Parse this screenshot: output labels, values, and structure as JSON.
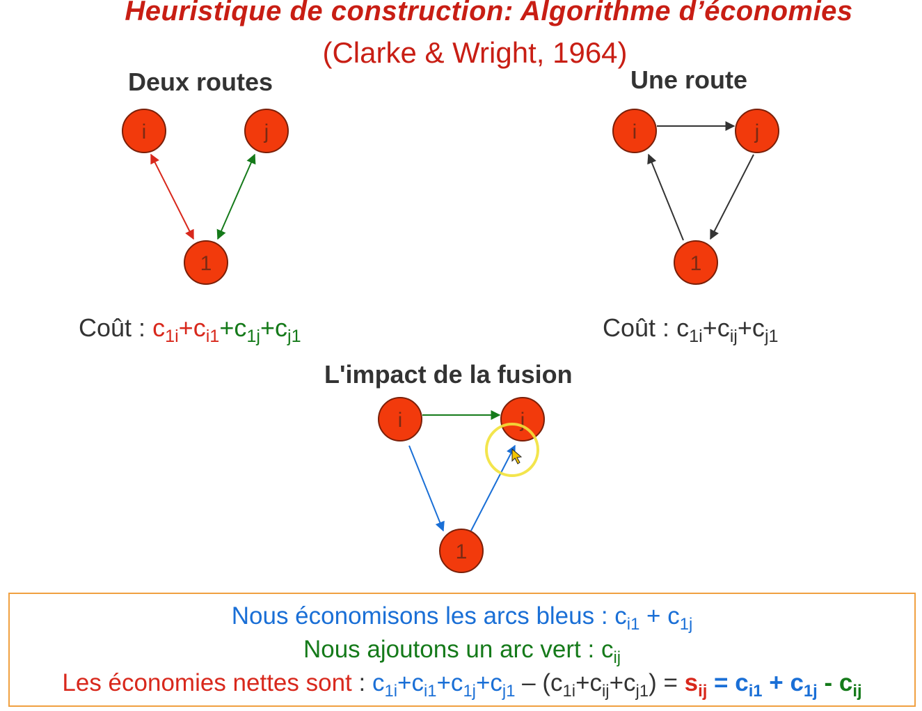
{
  "title": "Heuristique de construction: Algorithme d’économies",
  "subtitle": "(Clarke & Wright, 1964)",
  "panels": {
    "two_routes": {
      "heading": "Deux routes",
      "nodes": [
        "i",
        "j",
        "1"
      ],
      "cost_prefix": "Coût : ",
      "cost_terms": [
        {
          "base": "c",
          "sub": "1i",
          "color": "red"
        },
        {
          "base": "+c",
          "sub": "i1",
          "color": "red"
        },
        {
          "base": "+c",
          "sub": "1j",
          "color": "green"
        },
        {
          "base": "+c",
          "sub": "j1",
          "color": "green"
        }
      ]
    },
    "one_route": {
      "heading": "Une route",
      "nodes": [
        "i",
        "j",
        "1"
      ],
      "cost_prefix": "Coût : ",
      "cost_terms": [
        {
          "base": "c",
          "sub": "1i"
        },
        {
          "base": "+c",
          "sub": "ij"
        },
        {
          "base": "+c",
          "sub": "j1"
        }
      ]
    },
    "merge": {
      "heading": "L'impact de la fusion",
      "nodes": [
        "i",
        "j",
        "1"
      ]
    }
  },
  "summary": {
    "line1": {
      "text": "Nous économisons les arcs bleus : ",
      "t1_base": "c",
      "t1_sub": "i1",
      "plus": " + ",
      "t2_base": "c",
      "t2_sub": "1j"
    },
    "line2": {
      "text": "Nous ajoutons un arc vert : ",
      "t_base": "c",
      "t_sub": "ij"
    },
    "line3": {
      "text": "Les économies nettes sont",
      "colon": " : ",
      "expr_terms": [
        {
          "b": "c",
          "s": "1i"
        },
        {
          "b": "+c",
          "s": "i1"
        },
        {
          "b": "+c",
          "s": "1j"
        },
        {
          "b": "+c",
          "s": "j1"
        }
      ],
      "minus": " – (",
      "paren_terms": [
        {
          "b": "c",
          "s": "1i"
        },
        {
          "b": "+c",
          "s": "ij"
        },
        {
          "b": "+c",
          "s": "j1"
        }
      ],
      "close": ") = ",
      "s_base": "s",
      "s_sub": "ij",
      "eq": " = ",
      "r1_base": "c",
      "r1_sub": "i1",
      "rplus": " + ",
      "r2_base": "c",
      "r2_sub": "1j",
      "rminus": " - ",
      "r3_base": "c",
      "r3_sub": "ij"
    }
  },
  "colors": {
    "title": "#c81e14",
    "node": "#f23a0c",
    "red_arc": "#d8281c",
    "green_arc": "#157a1a",
    "blue_arc": "#1a6fd6",
    "black_arc": "#333333",
    "highlight": "#f2e23a",
    "box_border": "#f0a040"
  }
}
